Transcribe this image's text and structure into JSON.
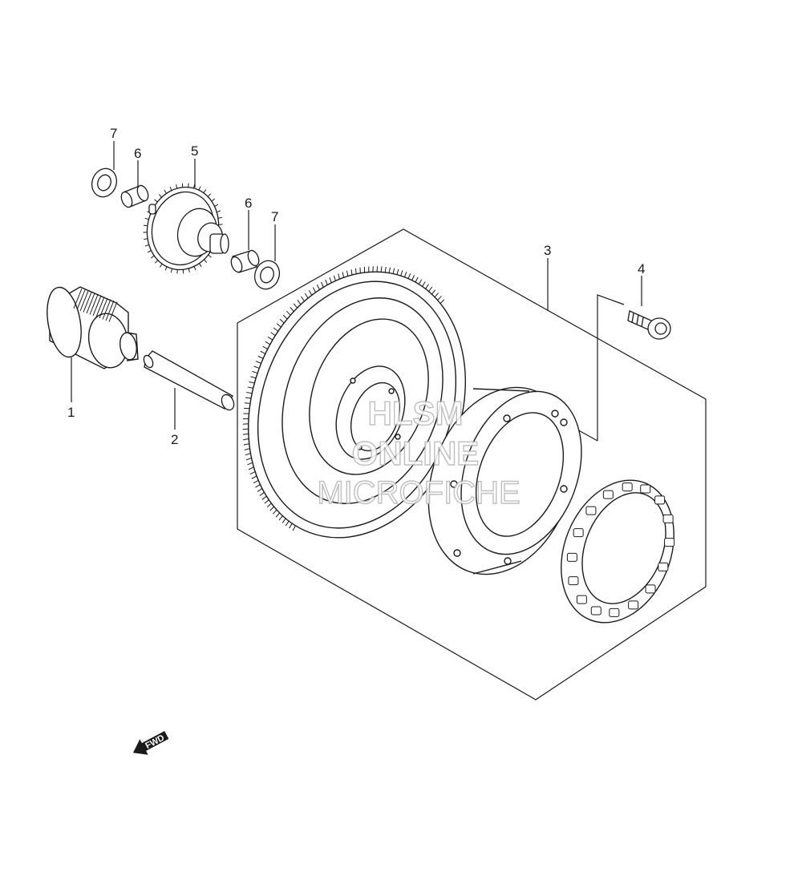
{
  "callouts": {
    "part1": "1",
    "part2": "2",
    "part3": "3",
    "part4": "4",
    "part5": "5",
    "part6_left": "6",
    "part6_right": "6",
    "part7_left": "7",
    "part7_right": "7"
  },
  "watermark": {
    "line1": "HLSM",
    "line2": "ONLINE",
    "line3": "MICROFICHE"
  },
  "direction_badge": {
    "label": "FWD"
  },
  "colors": {
    "line": "#1a1a1a",
    "watermark_outline": "#b5b5b5",
    "background": "#ffffff"
  }
}
